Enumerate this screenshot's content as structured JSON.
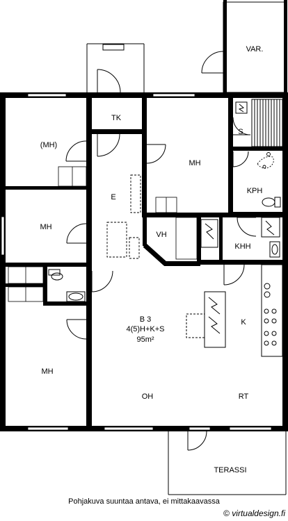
{
  "rooms": {
    "var": "VAR.",
    "tk": "TK",
    "mh_top": "(MH)",
    "mh_bedroom_right": "MH",
    "s": "S",
    "kph": "KPH",
    "e": "E",
    "mh_mid": "MH",
    "vh": "VH",
    "khh": "KHH",
    "mh_bottom": "MH",
    "k": "K",
    "oh": "OH",
    "rt": "RT",
    "terassi": "TERASSI"
  },
  "unit": {
    "name": "B 3",
    "type": "4(5)H+K+S",
    "area": "95m²"
  },
  "caption": "Pohjakuva suuntaa antava, ei mittakaavassa",
  "credit": {
    "symbol": "©",
    "text": "virtualdesign.fi"
  }
}
